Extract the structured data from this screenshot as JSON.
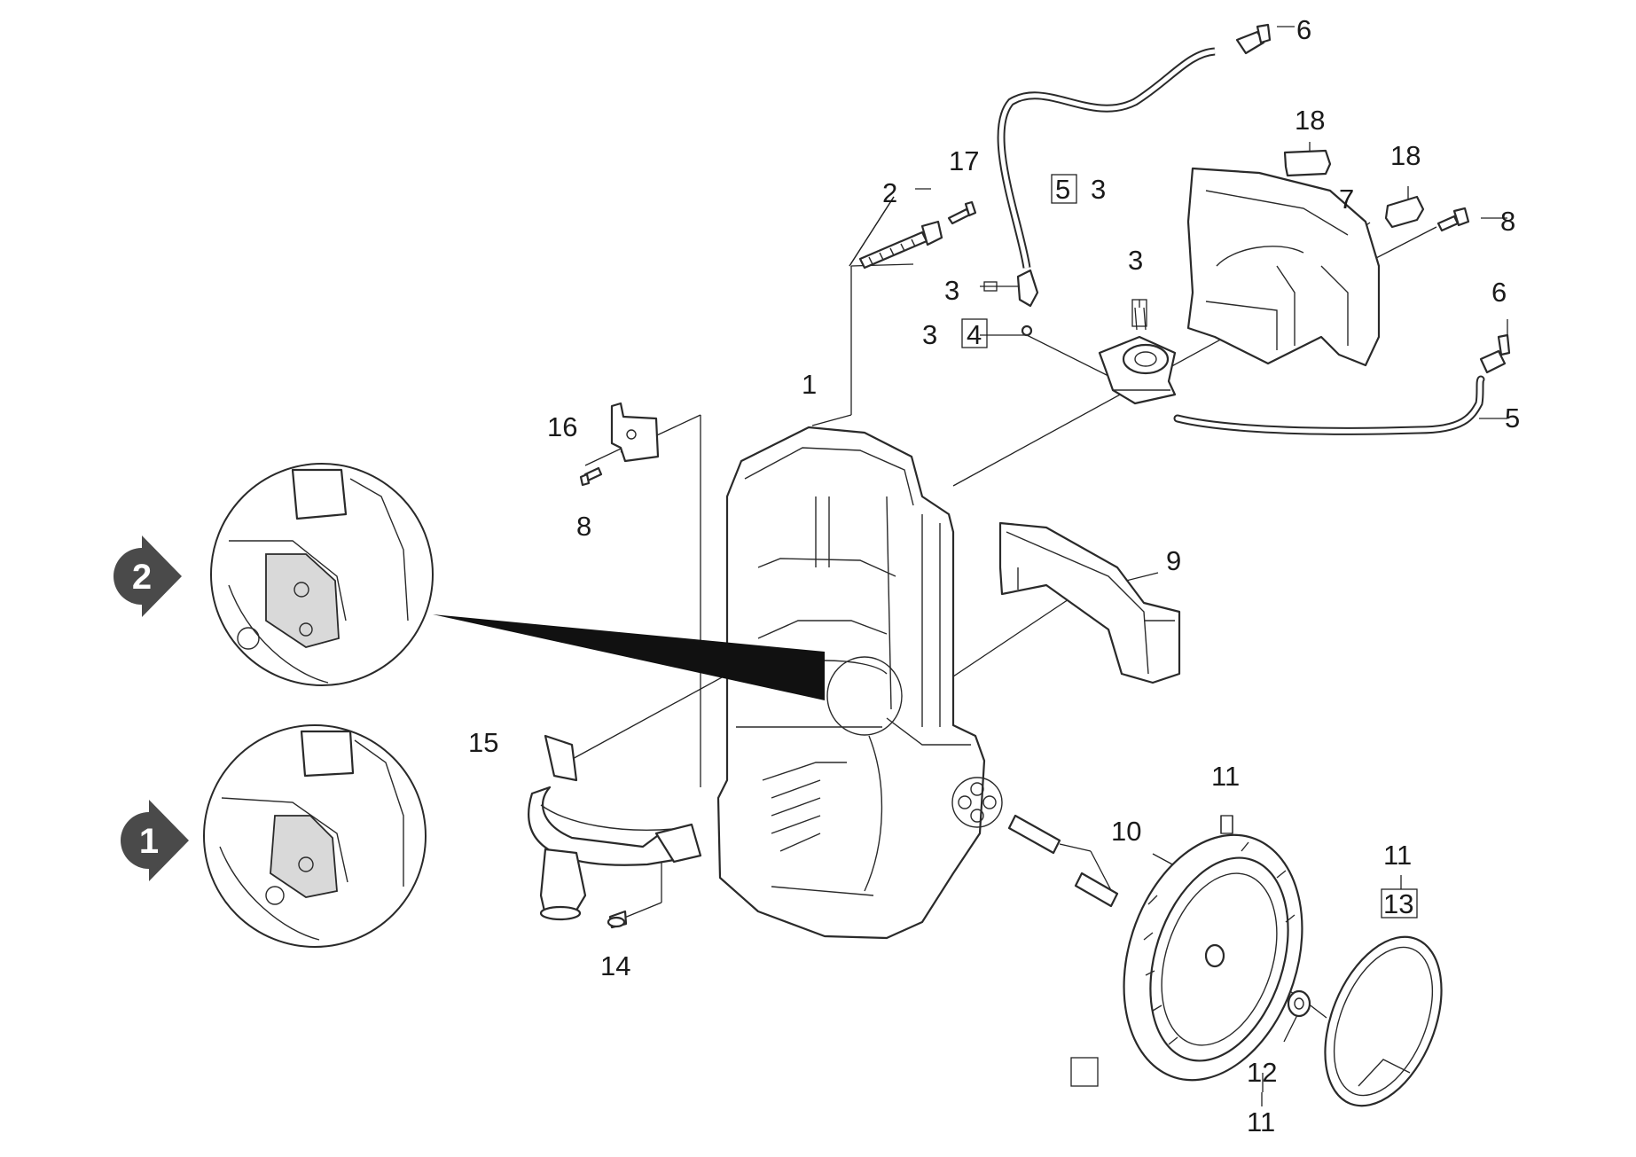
{
  "callouts": [
    {
      "id": "c1",
      "text": "1"
    },
    {
      "id": "c2",
      "text": "2"
    },
    {
      "id": "c3a",
      "text": "3"
    },
    {
      "id": "c3b",
      "text": "3"
    },
    {
      "id": "c3c",
      "text": "3"
    },
    {
      "id": "c3d",
      "text": "3"
    },
    {
      "id": "c4",
      "text": "4"
    },
    {
      "id": "c5a",
      "text": "5"
    },
    {
      "id": "c5b",
      "text": "5"
    },
    {
      "id": "c6a",
      "text": "6"
    },
    {
      "id": "c6b",
      "text": "6"
    },
    {
      "id": "c7",
      "text": "7"
    },
    {
      "id": "c8a",
      "text": "8"
    },
    {
      "id": "c8b",
      "text": "8"
    },
    {
      "id": "c9",
      "text": "9"
    },
    {
      "id": "c10",
      "text": "10"
    },
    {
      "id": "c11a",
      "text": "11"
    },
    {
      "id": "c11b",
      "text": "11"
    },
    {
      "id": "c11c",
      "text": "11"
    },
    {
      "id": "c12",
      "text": "12"
    },
    {
      "id": "c13",
      "text": "13"
    },
    {
      "id": "c14",
      "text": "14"
    },
    {
      "id": "c15",
      "text": "15"
    },
    {
      "id": "c16",
      "text": "16"
    },
    {
      "id": "c17",
      "text": "17"
    },
    {
      "id": "c18a",
      "text": "18"
    },
    {
      "id": "c18b",
      "text": "18"
    }
  ],
  "detail_markers": [
    {
      "id": "m2",
      "text": "2"
    },
    {
      "id": "m1",
      "text": "1"
    }
  ],
  "colors": {
    "line": "#2a2a2a",
    "marker": "#4a4a4a",
    "shade": "#d9d9d9"
  }
}
